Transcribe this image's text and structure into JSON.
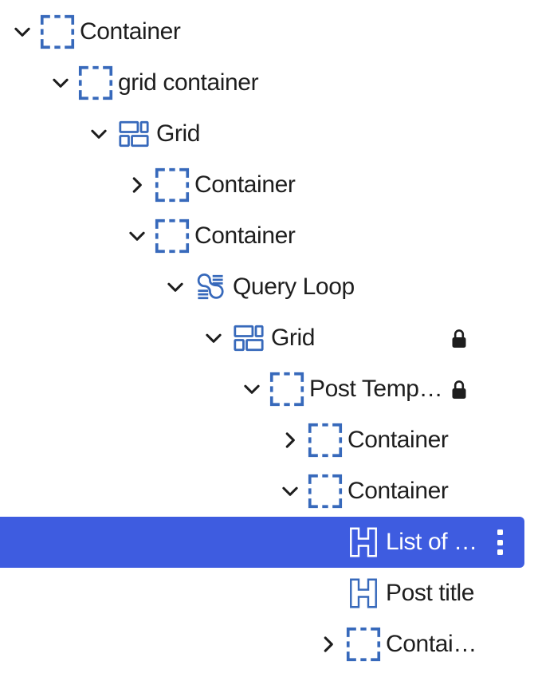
{
  "colors": {
    "accent": "#3e5ce0",
    "icon_blue": "#3769bb",
    "text": "#1e1e1e",
    "selected_text": "#ffffff",
    "background": "#ffffff"
  },
  "list_view": {
    "rows": [
      {
        "label": "Container",
        "block_icon": "container-block-icon",
        "expander": "expanded",
        "level": 0,
        "locked": false,
        "selected": false,
        "options_menu": false
      },
      {
        "label": "grid container",
        "block_icon": "container-block-icon",
        "expander": "expanded",
        "level": 1,
        "locked": false,
        "selected": false,
        "options_menu": false
      },
      {
        "label": "Grid",
        "block_icon": "grid-block-icon",
        "expander": "expanded",
        "level": 2,
        "locked": false,
        "selected": false,
        "options_menu": false
      },
      {
        "label": "Container",
        "block_icon": "container-block-icon",
        "expander": "collapsed",
        "level": 3,
        "locked": false,
        "selected": false,
        "options_menu": false
      },
      {
        "label": "Container",
        "block_icon": "container-block-icon",
        "expander": "expanded",
        "level": 3,
        "locked": false,
        "selected": false,
        "options_menu": false
      },
      {
        "label": "Query Loop",
        "block_icon": "query-loop-block-icon",
        "expander": "expanded",
        "level": 4,
        "locked": false,
        "selected": false,
        "options_menu": false
      },
      {
        "label": "Grid",
        "block_icon": "grid-block-icon",
        "expander": "expanded",
        "level": 5,
        "locked": true,
        "selected": false,
        "options_menu": false
      },
      {
        "label": "Post Temp…",
        "block_icon": "container-block-icon",
        "expander": "expanded",
        "level": 6,
        "locked": true,
        "selected": false,
        "options_menu": false
      },
      {
        "label": "Container",
        "block_icon": "container-block-icon",
        "expander": "collapsed",
        "level": 7,
        "locked": false,
        "selected": false,
        "options_menu": false
      },
      {
        "label": "Container",
        "block_icon": "container-block-icon",
        "expander": "expanded",
        "level": 7,
        "locked": false,
        "selected": false,
        "options_menu": false
      },
      {
        "label": "List of …",
        "block_icon": "heading-block-icon",
        "expander": "none",
        "level": 8,
        "locked": false,
        "selected": true,
        "options_menu": true
      },
      {
        "label": "Post title",
        "block_icon": "heading-block-icon",
        "expander": "none",
        "level": 8,
        "locked": false,
        "selected": false,
        "options_menu": false
      },
      {
        "label": "Contai…",
        "block_icon": "container-block-icon",
        "expander": "collapsed",
        "level": 8,
        "locked": false,
        "selected": false,
        "options_menu": false
      }
    ]
  }
}
